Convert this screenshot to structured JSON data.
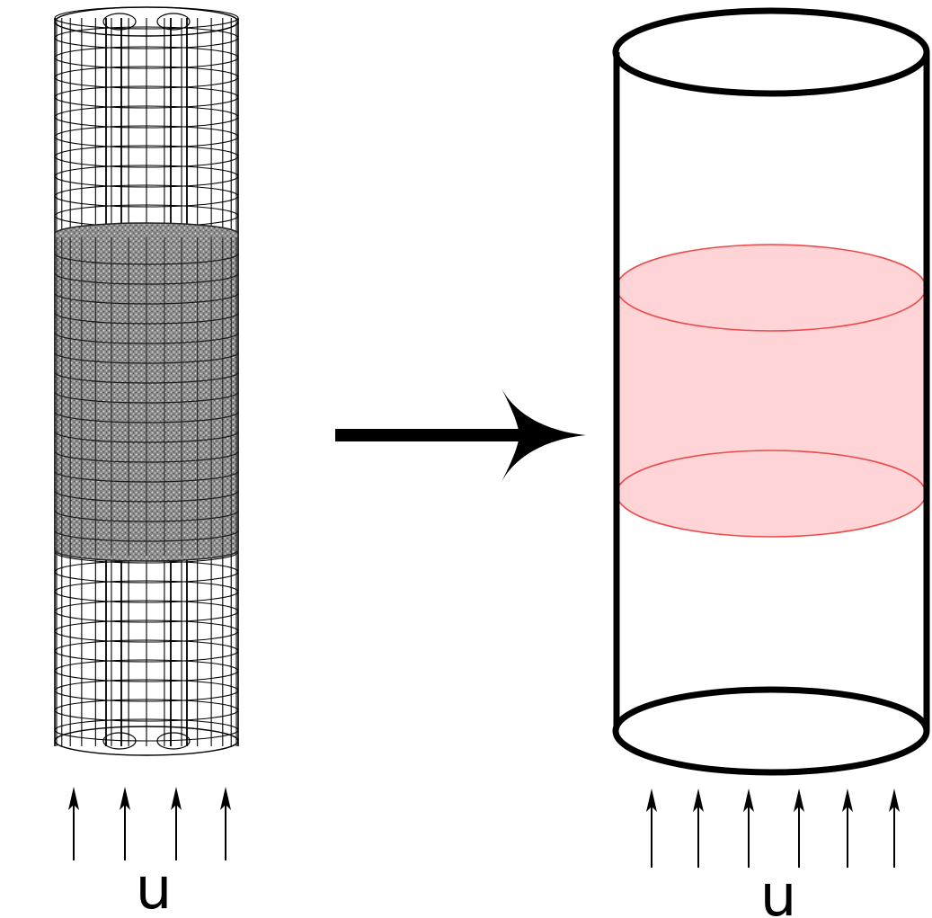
{
  "left_panel": {
    "flow_label": "u",
    "arrow_count": 4
  },
  "right_panel": {
    "flow_label": "u",
    "arrow_count": 6,
    "particle_zone_color": "#ffd4d6",
    "particle_zone_edge_color": "#ec4a4a"
  },
  "colors": {
    "line": "#000000",
    "packed_bed": "#6e6e6e",
    "background": "#ffffff"
  },
  "icons": {
    "transition_arrow": "right-arrow-icon",
    "flow_arrows": "up-arrow-icon"
  }
}
